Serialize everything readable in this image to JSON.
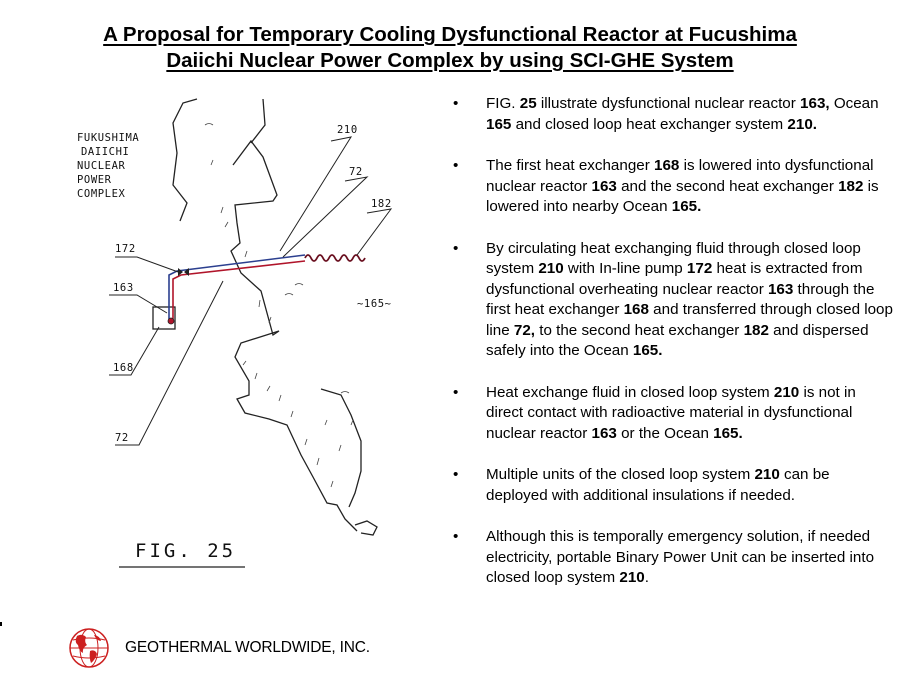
{
  "title": {
    "line1": "A Proposal for Temporary Cooling Dysfunctional Reactor at Fucushima",
    "line2": "Daiichi Nuclear Power Complex by using SCI-GHE System"
  },
  "figure": {
    "location_lines": [
      "FUKUSHIMA",
      "DAIICHI",
      "NUCLEAR",
      "POWER",
      "COMPLEX"
    ],
    "labels": {
      "l210": "210",
      "l72_top": "72",
      "l182": "182",
      "l172": "172",
      "l163": "163",
      "l168": "168",
      "l72_bottom": "72",
      "l165": "~165~"
    },
    "caption": "FIG. 25"
  },
  "bullets": [
    [
      {
        "t": "FIG. "
      },
      {
        "t": "25",
        "b": true
      },
      {
        "t": "  illustrate dysfunctional nuclear reactor "
      },
      {
        "t": "163,",
        "b": true
      },
      {
        "t": " Ocean "
      },
      {
        "t": "165",
        "b": true
      },
      {
        "t": " and closed loop heat exchanger system "
      },
      {
        "t": "210.",
        "b": true
      }
    ],
    [
      {
        "t": "The first heat exchanger "
      },
      {
        "t": "168",
        "b": true
      },
      {
        "t": " is lowered into dysfunctional nuclear reactor "
      },
      {
        "t": "163",
        "b": true
      },
      {
        "t": " and the second heat exchanger "
      },
      {
        "t": "182",
        "b": true
      },
      {
        "t": " is lowered into nearby Ocean "
      },
      {
        "t": "165.",
        "b": true
      }
    ],
    [
      {
        "t": "By circulating heat exchanging fluid through closed loop system "
      },
      {
        "t": "210",
        "b": true
      },
      {
        "t": "  with In-line pump "
      },
      {
        "t": "172",
        "b": true
      },
      {
        "t": " heat is extracted  from  dysfunctional overheating nuclear reactor "
      },
      {
        "t": "163",
        "b": true
      },
      {
        "t": " through the first heat exchanger "
      },
      {
        "t": "168",
        "b": true
      },
      {
        "t": " and transferred  through closed loop line "
      },
      {
        "t": "72,",
        "b": true
      },
      {
        "t": " to the second heat exchanger "
      },
      {
        "t": "182",
        "b": true
      },
      {
        "t": " and dispersed safely into the Ocean "
      },
      {
        "t": "165.",
        "b": true
      }
    ],
    [
      {
        "t": "Heat exchange fluid in closed loop system "
      },
      {
        "t": "210",
        "b": true
      },
      {
        "t": " is not in direct contact with radioactive material in dysfunctional nuclear reactor "
      },
      {
        "t": "163",
        "b": true
      },
      {
        "t": " or the Ocean "
      },
      {
        "t": "165.",
        "b": true
      }
    ],
    [
      {
        "t": "Multiple units of the closed loop system "
      },
      {
        "t": "210",
        "b": true
      },
      {
        "t": " can be deployed with additional insulations if needed."
      }
    ],
    [
      {
        "t": "Although this is temporally emergency solution, if needed electricity, portable Binary Power Unit can be inserted into closed loop system "
      },
      {
        "t": "210",
        "b": true
      },
      {
        "t": "."
      }
    ]
  ],
  "footer": {
    "company": "GEOTHERMAL WORLDWIDE, INC.",
    "logo_icon": "globe-logo-icon",
    "logo_color": "#cc1f1f"
  },
  "colors": {
    "pipe_blue": "#2b3f8f",
    "pipe_red": "#b0142a"
  }
}
